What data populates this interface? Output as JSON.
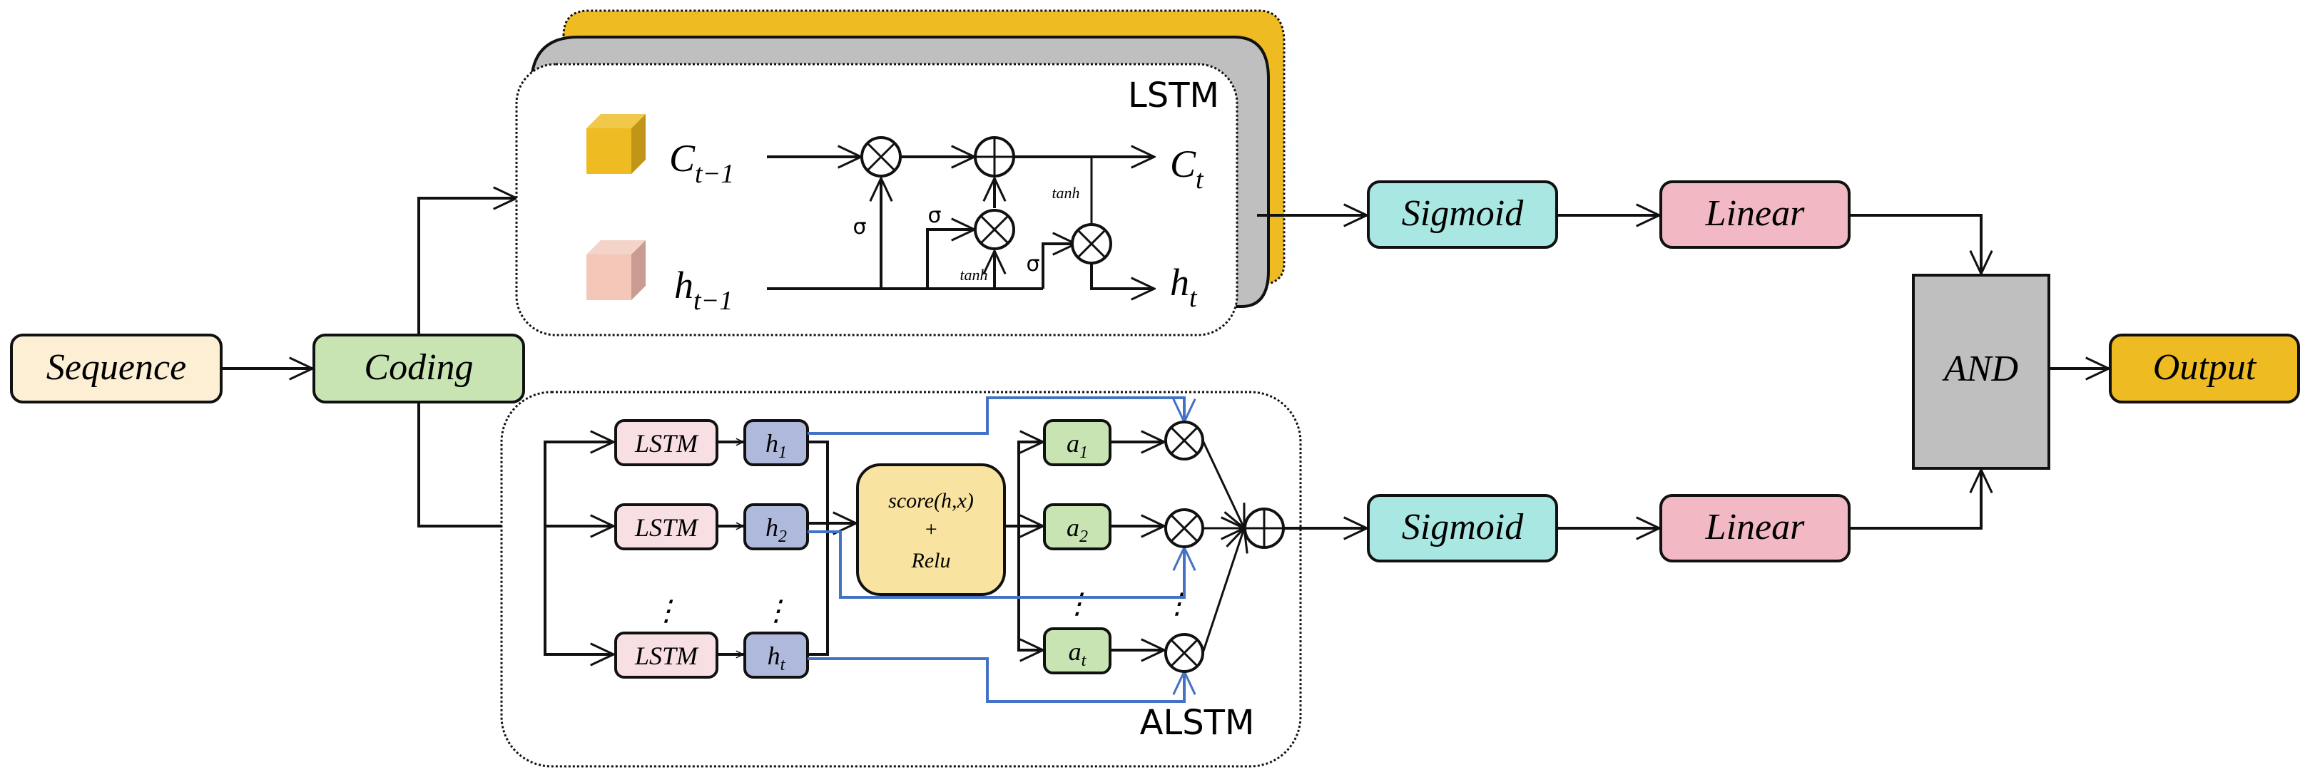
{
  "colors": {
    "sequence": "#fcefd3",
    "coding": "#c8e4b3",
    "sigmoid": "#a9e8e2",
    "linear": "#f2b8c3",
    "and": "#bfbfbf",
    "output": "#efbb22",
    "lstm_cell": "#f8dfe4",
    "hidden": "#aeb9dc",
    "attention": "#c8e4b3",
    "score": "#f9e3a0",
    "stack_back": "#efbb22",
    "stack_mid": "#bfbfbf",
    "blue_wire": "#4472c4",
    "cube_c": "#efbb22",
    "cube_h": "#f4c7b8"
  },
  "nodes": {
    "sequence": "Sequence",
    "coding": "Coding",
    "sigmoid_top": "Sigmoid",
    "linear_top": "Linear",
    "sigmoid_bottom": "Sigmoid",
    "linear_bottom": "Linear",
    "and": "AND",
    "output": "Output"
  },
  "lstm_panel": {
    "title": "LSTM",
    "inputs": {
      "cell_prev": {
        "base": "C",
        "sub": "t−1"
      },
      "hidden_prev": {
        "base": "h",
        "sub": "t−1"
      }
    },
    "outputs": {
      "cell": {
        "base": "C",
        "sub": "t"
      },
      "hidden": {
        "base": "h",
        "sub": "t"
      }
    },
    "gate_labels": {
      "forget": "σ",
      "input": "σ",
      "candidate": "tanh",
      "output": "σ",
      "cell_activation": "tanh"
    },
    "operators": [
      "⊗",
      "⊕",
      "⊗",
      "⊗"
    ]
  },
  "alstm_panel": {
    "title": "ALSTM",
    "lstm_label": "LSTM",
    "hidden_states": [
      {
        "base": "h",
        "sub": "1"
      },
      {
        "base": "h",
        "sub": "2"
      },
      {
        "base": "h",
        "sub": "t"
      }
    ],
    "attention_weights": [
      {
        "base": "a",
        "sub": "1"
      },
      {
        "base": "a",
        "sub": "2"
      },
      {
        "base": "a",
        "sub": "t"
      }
    ],
    "score_lines": [
      "score(h,x)",
      "+",
      "Relu"
    ],
    "ellipsis": "⋮"
  }
}
